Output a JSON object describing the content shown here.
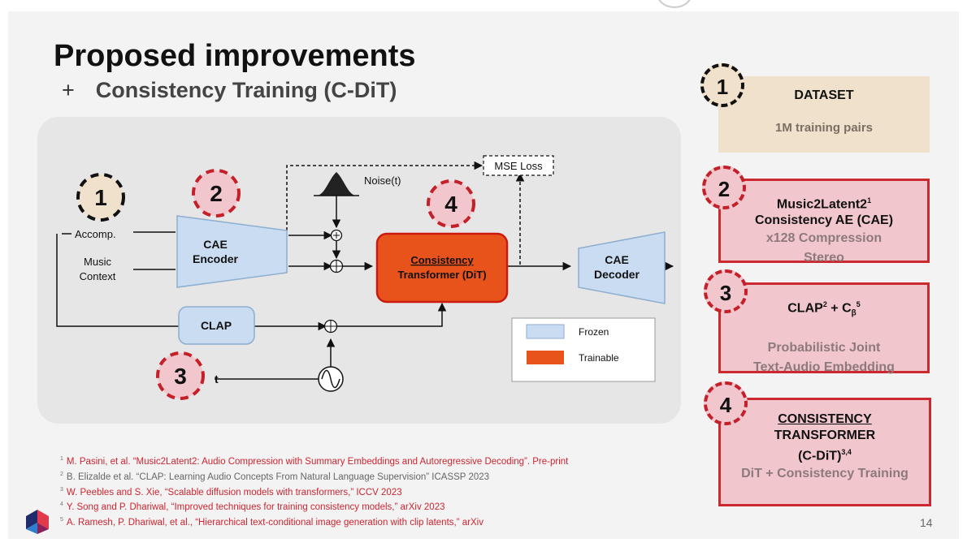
{
  "slide": {
    "title": "Proposed improvements",
    "subtitle_bullet": "+",
    "subtitle": "Consistency Training (C-DiT)",
    "page_number": "14"
  },
  "diagram": {
    "accomp_label": "Accomp.",
    "music_label": "Music",
    "context_label": "Context",
    "encoder_line1": "CAE",
    "encoder_line2": "Encoder",
    "clap_label": "CLAP",
    "noise_label": "Noise(t)",
    "mse_label": "MSE Loss",
    "transformer_line1": "Consistency",
    "transformer_line2": "Transformer (DiT)",
    "decoder_line1": "CAE",
    "decoder_line2": "Decoder",
    "t_label": "t",
    "plus_symbol": "+",
    "badges": [
      "1",
      "2",
      "3",
      "4"
    ],
    "legend": [
      {
        "label": "Frozen",
        "color": "#c9dcf1"
      },
      {
        "label": "Trainable",
        "color": "#e8531c"
      }
    ]
  },
  "colors": {
    "frozen": "#c9dcf1",
    "frozen_stroke": "#8eaecf",
    "trainable": "#e8531c",
    "trainable_stroke": "#cc1a0f",
    "accent_red": "#cc2830",
    "dataset_bg": "#f0e1cc",
    "panel_bg": "#f1c6cc"
  },
  "panels": {
    "p1": {
      "num": "1",
      "title": "DATASET",
      "sub": "1M training pairs"
    },
    "p2": {
      "num": "2",
      "title1": "Music2Latent2",
      "sup": "1",
      "title2": "Consistency AE (CAE)",
      "sub1": "x128 Compression",
      "sub2": "Stereo"
    },
    "p3": {
      "num": "3",
      "clap": "CLAP",
      "sup_clap": "2",
      "plus": " + C",
      "beta_sub": "β",
      "sup_beta": "5",
      "sub1": "Probabilistic Joint",
      "sub2": "Text-Audio Embedding"
    },
    "p4": {
      "num": "4",
      "title1": "CONSISTENCY",
      "title2": "TRANSFORMER",
      "title3": "(C-DiT)",
      "sup": "3,4",
      "sub": "DiT + Consistency Training"
    }
  },
  "references": [
    {
      "num": "1",
      "text": "M. Pasini,  et  al.  “Music2Latent2: Audio Compression with Summary Embeddings and Autoregressive Decoding”. Pre-print"
    },
    {
      "num": "2",
      "text": "B. Elizalde et al. “CLAP: Learning Audio Concepts From Natural Language Supervision”  ICASSP 2023"
    },
    {
      "num": "3",
      "text": "W. Peebles and S. Xie, “Scalable diffusion models with transformers,” ICCV 2023"
    },
    {
      "num": "4",
      "text": "Y. Song and P. Dhariwal, “Improved techniques for training consistency models,” arXiv 2023"
    },
    {
      "num": "5",
      "text": "A. Ramesh, P. Dhariwal, et al., “Hierarchical text-conditional image generation with clip latents,” arXiv"
    }
  ]
}
